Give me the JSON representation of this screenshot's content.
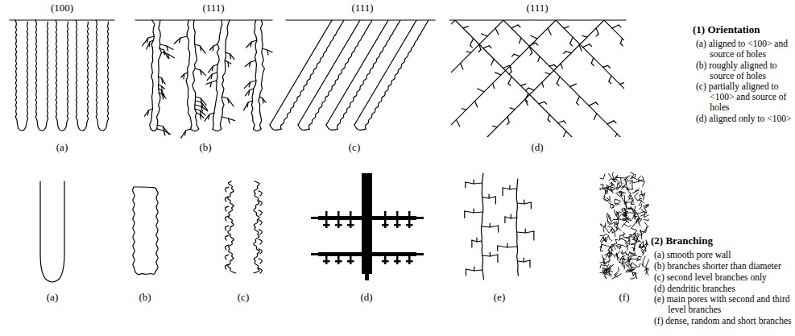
{
  "diagram": {
    "labels": [
      "(100)",
      "(111)",
      "(111)",
      "(111)",
      "(a)",
      "(b)",
      "(c)",
      "(d)",
      "(1) Orientation",
      "(a) aligned to <100> and source of holes",
      "(b) roughly aligned to source of holes",
      "(c) partially aligned to <100> and source of holes",
      "(d) aligned only to <100>",
      "(a)",
      "(b)",
      "(c)",
      "(d)",
      "(e)",
      "(f)",
      "(2) Branching",
      "(a) smooth pore wall",
      "(b) branches shorter than diameter",
      "(c) second level branches only",
      "(d) dendritic branches",
      "(e) main pores with second and third level branches",
      "(f) dense, random and short branches"
    ]
  }
}
